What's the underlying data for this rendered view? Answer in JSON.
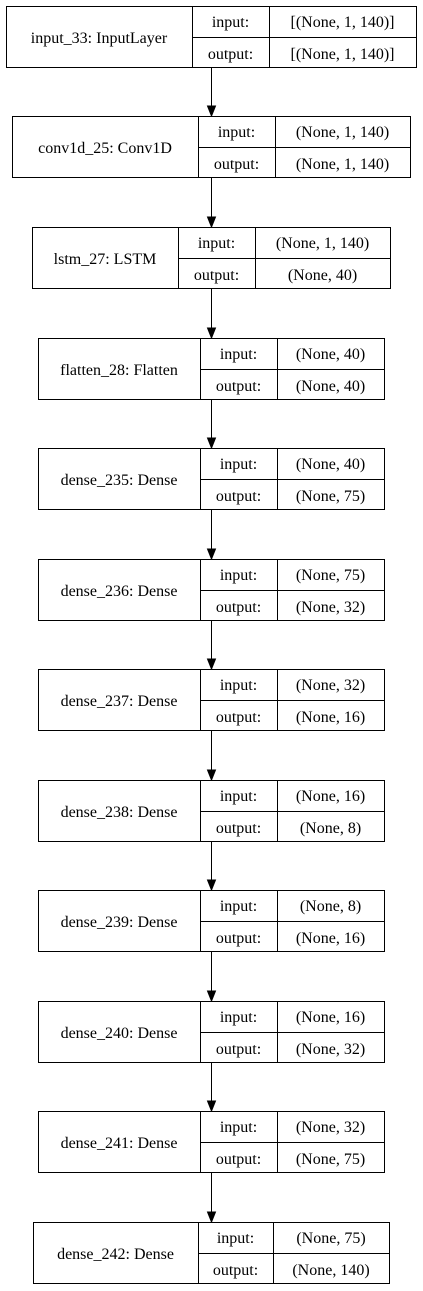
{
  "diagram": {
    "row_labels": {
      "input": "input:",
      "output": "output:"
    },
    "layers": [
      {
        "name": "input_33: InputLayer",
        "input": "[(None, 1, 140)]",
        "output": "[(None, 1, 140)]"
      },
      {
        "name": "conv1d_25: Conv1D",
        "input": "(None, 1, 140)",
        "output": "(None, 1, 140)"
      },
      {
        "name": "lstm_27: LSTM",
        "input": "(None, 1, 140)",
        "output": "(None, 40)"
      },
      {
        "name": "flatten_28: Flatten",
        "input": "(None, 40)",
        "output": "(None, 40)"
      },
      {
        "name": "dense_235: Dense",
        "input": "(None, 40)",
        "output": "(None, 75)"
      },
      {
        "name": "dense_236: Dense",
        "input": "(None, 75)",
        "output": "(None, 32)"
      },
      {
        "name": "dense_237: Dense",
        "input": "(None, 32)",
        "output": "(None, 16)"
      },
      {
        "name": "dense_238: Dense",
        "input": "(None, 16)",
        "output": "(None, 8)"
      },
      {
        "name": "dense_239: Dense",
        "input": "(None, 8)",
        "output": "(None, 16)"
      },
      {
        "name": "dense_240: Dense",
        "input": "(None, 16)",
        "output": "(None, 32)"
      },
      {
        "name": "dense_241: Dense",
        "input": "(None, 32)",
        "output": "(None, 75)"
      },
      {
        "name": "dense_242: Dense",
        "input": "(None, 75)",
        "output": "(None, 140)"
      }
    ]
  }
}
